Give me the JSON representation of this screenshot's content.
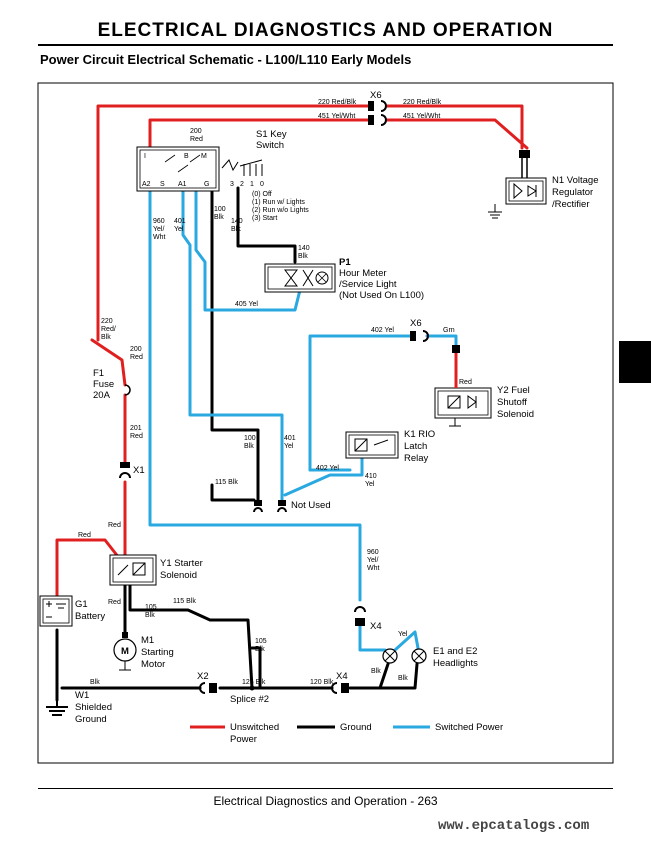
{
  "header": {
    "title": "ELECTRICAL   DIAGNOSTICS AND OPERATION",
    "subtitle": "Power Circuit Electrical Schematic - L100/L110 Early Models"
  },
  "footer": {
    "text": "Electrical   Diagnostics and Operation  - 263",
    "watermark": "www.epcatalogs.com"
  },
  "components": {
    "s1_ref": "S1 Key",
    "s1_name": "Switch",
    "s1_pos0": "(0) Off",
    "s1_pos1": "(1) Run w/ Lights",
    "s1_pos2": "(2) Run w/o Lights",
    "s1_pos3": "(3) Start",
    "p1_ref": "P1",
    "p1_l1": "Hour Meter",
    "p1_l2": "/Service Light",
    "p1_l3": "(Not Used On L100)",
    "n1_ref": "N1 Voltage",
    "n1_l2": "Regulator",
    "n1_l3": "/Rectifier",
    "y2_ref": "Y2 Fuel",
    "y2_l2": "Shutoff",
    "y2_l3": "Solenoid",
    "k1_ref": "K1 RIO",
    "k1_l2": "Latch",
    "k1_l3": "Relay",
    "f1_ref": "F1",
    "f1_l2": "Fuse",
    "f1_l3": "20A",
    "y1_ref": "Y1 Starter",
    "y1_l2": "Solenoid",
    "g1_ref": "G1",
    "g1_l2": "Battery",
    "m1_ref": "M1",
    "m1_l2": "Starting",
    "m1_l3": "Motor",
    "m1_sym": "M",
    "e1_ref": "E1 and E2",
    "e1_l2": "Headlights",
    "w1_ref": "W1",
    "w1_l2": "Shielded",
    "w1_l3": "Ground",
    "not_used": "Not Used",
    "splice": "Splice #2"
  },
  "connectors": {
    "x1": "X1",
    "x2": "X2",
    "x4a": "X4",
    "x4b": "X4",
    "x6a": "X6",
    "x6b": "X6"
  },
  "switch_terminals": {
    "t_i": "I",
    "t_b": "B",
    "t_m": "M",
    "t_a2": "A2",
    "t_s": "S",
    "t_a1": "A1",
    "t_g": "G"
  },
  "switch_positions": {
    "p3": "3",
    "p2": "2",
    "p1": "1",
    "p0": "0"
  },
  "wires": {
    "w220_top": "220 Red/Blk",
    "w220_top2": "220 Red/Blk",
    "w451_top": "451 Yel/Wht",
    "w451_top2": "451 Yel/Wht",
    "w200_sw_a": "200",
    "w200_sw_b": "Red",
    "w960_a": "960",
    "w960_b": "Yel/",
    "w960_c": "Wht",
    "w401_a": "401",
    "w401_b": "Yel",
    "w100_sw_a": "100",
    "w100_sw_b": "Blk",
    "w140_sw_a": "140",
    "w140_sw_b": "Blk",
    "w140_p1_a": "140",
    "w140_p1_b": "Blk",
    "w405": "405 Yel",
    "w220_left_a": "220",
    "w220_left_b": "Red/",
    "w220_left_c": "Blk",
    "w200_left_a": "200",
    "w200_left_b": "Red",
    "w402_top": "402 Yel",
    "w_grn": "Grn",
    "w_red_y2": "Red",
    "w201_a": "201",
    "w201_b": "Red",
    "w100_mid_a": "100",
    "w100_mid_b": "Blk",
    "w401_mid_a": "401",
    "w401_mid_b": "Yel",
    "w402_mid": "402 Yel",
    "w410_a": "410",
    "w410_b": "Yel",
    "w115": "115 Blk",
    "w_red_batt": "Red",
    "w_red_sol": "Red",
    "w960_low_a": "960",
    "w960_low_b": "Yel/",
    "w960_low_c": "Wht",
    "w_red_g1": "Red",
    "w105_a": "105",
    "w105_b": "Blk",
    "w115_low": "115 Blk",
    "w105_sp_a": "105",
    "w105_sp_b": "Blk",
    "w_yel_e": "Yel",
    "w_blk_e1": "Blk",
    "w_blk_e2": "Blk",
    "w_blk_g": "Blk",
    "w125": "125 Blk",
    "w120": "120 Blk"
  },
  "legend": {
    "unswitched_a": "Unswitched",
    "unswitched_b": "Power",
    "ground": "Ground",
    "switched": "Switched Power",
    "colors": {
      "unswitched": "#e02020",
      "ground": "#000000",
      "switched": "#2aa8e0"
    }
  }
}
